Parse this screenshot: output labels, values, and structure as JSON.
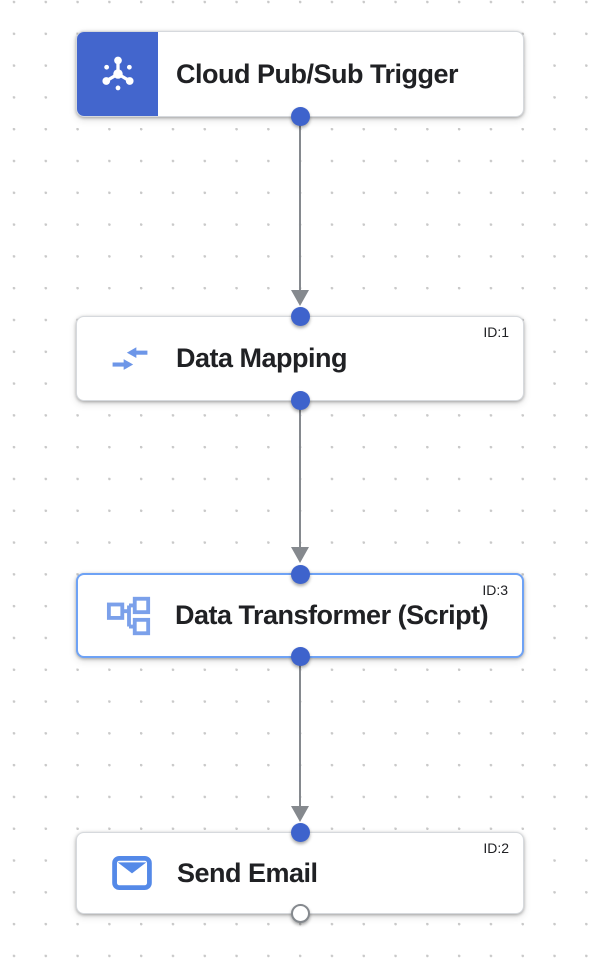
{
  "canvas": {
    "background": "#ffffff",
    "grid_dot_color": "#c9c9c9"
  },
  "colors": {
    "trigger_icon_bg": "#4366cd",
    "connector_dot": "#3e63cc",
    "edge_gray": "#85898e",
    "node_border": "#d6d9dd",
    "selected_node_border": "#6ea2f5",
    "title_text": "#202124",
    "mapping_icon_blue": "#6d96e8",
    "transformer_icon_blue": "#7ba0ea",
    "email_icon_blue": "#5489e8"
  },
  "nodes": [
    {
      "title": "Cloud Pub/Sub Trigger",
      "id_label": "",
      "icon": "pubsub-icon",
      "kind": "trigger",
      "selected": false
    },
    {
      "title": "Data Mapping",
      "id_label": "ID:1",
      "icon": "data-mapping-icon",
      "kind": "task",
      "selected": false
    },
    {
      "title": "Data Transformer (Script)",
      "id_label": "ID:3",
      "icon": "data-transformer-icon",
      "kind": "task",
      "selected": true
    },
    {
      "title": "Send Email",
      "id_label": "ID:2",
      "icon": "send-email-icon",
      "kind": "task",
      "selected": false
    }
  ],
  "edges": [
    {
      "from": "Cloud Pub/Sub Trigger",
      "to": "Data Mapping",
      "direction": "down"
    },
    {
      "from": "Data Mapping",
      "to": "Data Transformer (Script)",
      "direction": "down"
    },
    {
      "from": "Data Transformer (Script)",
      "to": "Send Email",
      "direction": "down"
    }
  ]
}
